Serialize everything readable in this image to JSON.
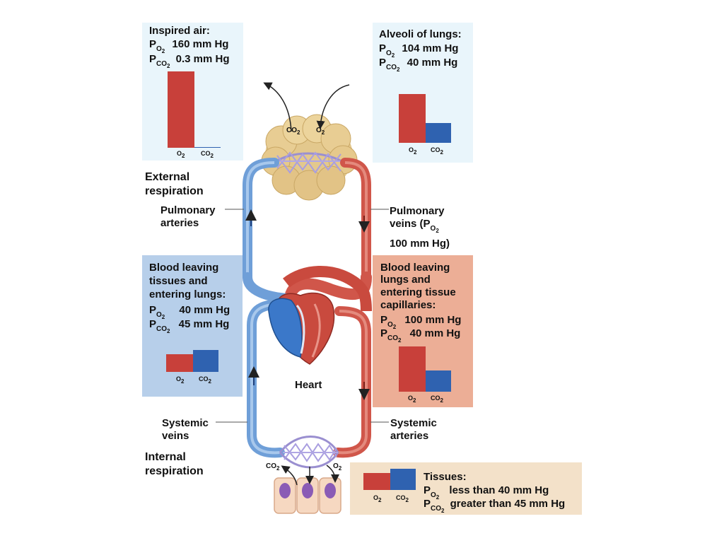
{
  "colors": {
    "o2": "#c8403a",
    "co2": "#2f62b0",
    "vein": "#6f9fd8",
    "artery": "#d0564a",
    "panel_light_blue": "#e9f5fb",
    "panel_blue": "#b7cfea",
    "panel_salmon": "#ecae96",
    "panel_tan": "#f3e1c9"
  },
  "panels": {
    "inspired": {
      "title": "Inspired air:",
      "p": "P",
      "o2_sub": "O",
      "co2_sub": "CO",
      "two": "2",
      "po2": "160 mm Hg",
      "pco2": "0.3 mm Hg",
      "bar_o2": "O",
      "bar_co2": "CO"
    },
    "alveoli": {
      "title": "Alveoli of lungs:",
      "p": "P",
      "o2_sub": "O",
      "co2_sub": "CO",
      "two": "2",
      "po2": "104 mm Hg",
      "pco2": "40 mm Hg",
      "bar_o2": "O",
      "bar_co2": "CO"
    },
    "leaving_tissues": {
      "line1": "Blood leaving",
      "line2": "tissues and",
      "line3": "entering lungs:",
      "p": "P",
      "o2_sub": "O",
      "co2_sub": "CO",
      "two": "2",
      "po2": "40 mm Hg",
      "pco2": "45 mm Hg",
      "bar_o2": "O",
      "bar_co2": "CO"
    },
    "leaving_lungs": {
      "line1": "Blood leaving",
      "line2": "lungs and",
      "line3": "entering tissue",
      "line4": "capillaries:",
      "p": "P",
      "o2_sub": "O",
      "co2_sub": "CO",
      "two": "2",
      "po2": "100 mm Hg",
      "pco2": "40 mm Hg",
      "bar_o2": "O",
      "bar_co2": "CO"
    },
    "tissues": {
      "title": "Tissues:",
      "p": "P",
      "o2_sub": "O",
      "co2_sub": "CO",
      "two": "2",
      "po2": "less than 40 mm Hg",
      "pco2": "greater than 45 mm Hg",
      "bar_o2": "O",
      "bar_co2": "CO"
    }
  },
  "labels": {
    "external_respiration_1": "External",
    "external_respiration_2": "respiration",
    "internal_respiration_1": "Internal",
    "internal_respiration_2": "respiration",
    "pulmonary_arteries_1": "Pulmonary",
    "pulmonary_arteries_2": "arteries",
    "pulmonary_veins_1": "Pulmonary",
    "pulmonary_veins_2a": "veins (P",
    "pulmonary_veins_sub": "O",
    "pulmonary_veins_two": "2",
    "pulmonary_veins_3": "100 mm Hg)",
    "systemic_veins_1": "Systemic",
    "systemic_veins_2": "veins",
    "systemic_arteries_1": "Systemic",
    "systemic_arteries_2": "arteries",
    "heart": "Heart",
    "lung_co2": "CO",
    "lung_o2": "O",
    "tissue_co2": "CO",
    "tissue_o2": "O",
    "two": "2"
  }
}
